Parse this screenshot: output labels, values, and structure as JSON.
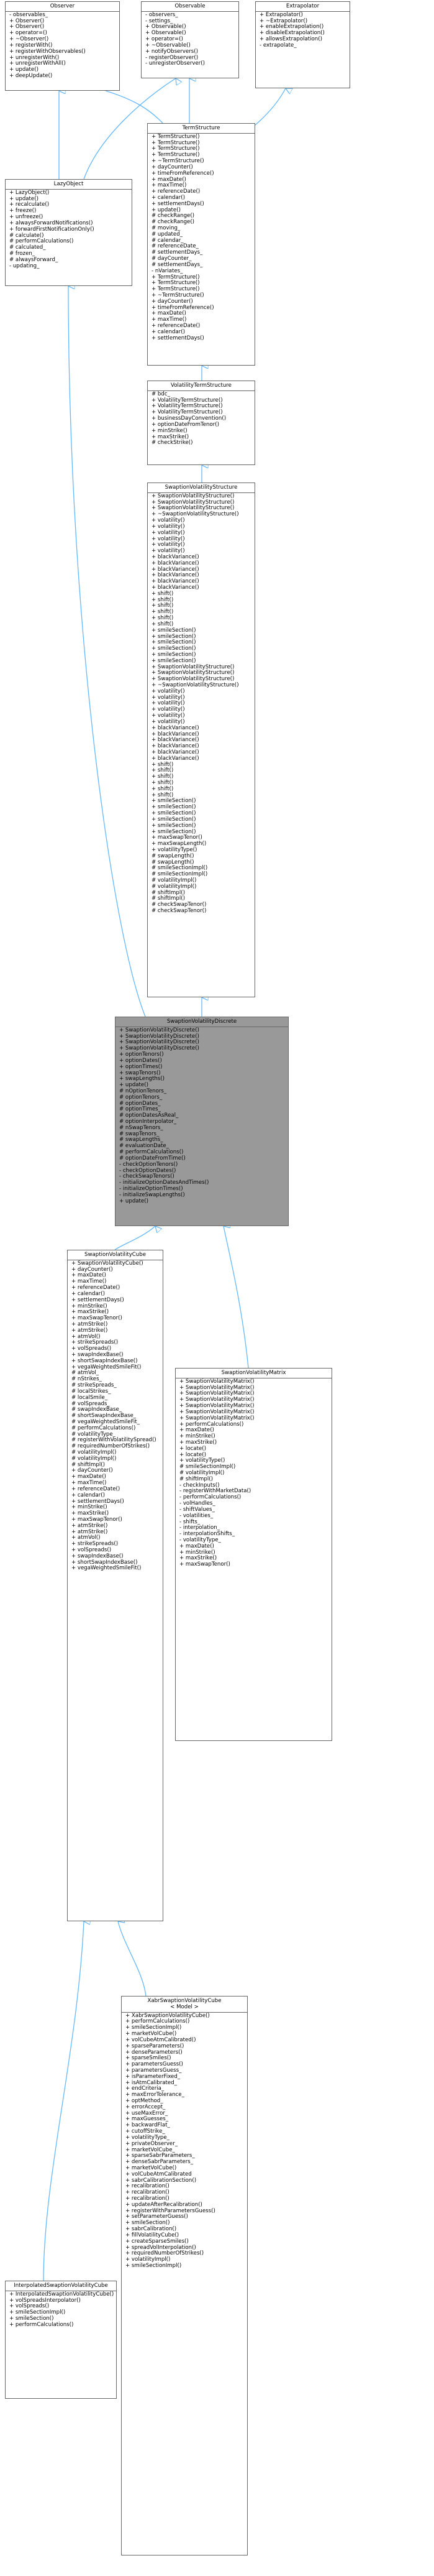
{
  "edge_color": "#63b8ff",
  "edge_marker": "hollow-triangle-inheritance",
  "nodes": [
    {
      "id": "observer",
      "title": "Observer",
      "members": [
        "- observables_",
        "+ Observer()",
        "+ Observer()",
        "+ operator=()",
        "+ ~Observer()",
        "+ registerWith()",
        "+ registerWithObservables()",
        "+ unregisterWith()",
        "+ unregisterWithAll()",
        "+ update()",
        "+ deepUpdate()"
      ],
      "focus": false
    },
    {
      "id": "observable",
      "title": "Observable",
      "members": [
        "- observers_",
        "- settings_",
        "+ Observable()",
        "+ Observable()",
        "+ operator=()",
        "+ ~Observable()",
        "+ notifyObservers()",
        "- registerObserver()",
        "- unregisterObserver()"
      ],
      "focus": false
    },
    {
      "id": "extrapolator",
      "title": "Extrapolator",
      "members": [
        "+ Extrapolator()",
        "+ ~Extrapolator()",
        "+ enableExtrapolation()",
        "+ disableExtrapolation()",
        "+ allowsExtrapolation()",
        "- extrapolate_"
      ],
      "focus": false
    },
    {
      "id": "lazyobject",
      "title": "LazyObject",
      "members": [
        "+ LazyObject()",
        "+ update()",
        "+ recalculate()",
        "+ freeze()",
        "+ unfreeze()",
        "+ alwaysForwardNotifications()",
        "+ forwardFirstNotificationOnly()",
        "# calculate()",
        "# performCalculations()",
        "# calculated_",
        "# frozen_",
        "# alwaysForward_",
        "- updating_"
      ],
      "focus": false
    },
    {
      "id": "termstructure",
      "title": "TermStructure",
      "members": [
        "+ TermStructure()",
        "+ TermStructure()",
        "+ TermStructure()",
        "+ TermStructure()",
        "+ ~TermStructure()",
        "+ dayCounter()",
        "+ timeFromReference()",
        "+ maxDate()",
        "+ maxTime()",
        "+ referenceDate()",
        "+ calendar()",
        "+ settlementDays()",
        "+ update()",
        "# checkRange()",
        "# checkRange()",
        "# moving_",
        "# updated_",
        "# calendar_",
        "# referenceDate_",
        "# settlementDays_",
        "# dayCounter_",
        "# settlementDays_",
        "- nVariates_",
        "+ TermStructure()",
        "+ TermStructure()",
        "+ TermStructure()",
        "+ ~TermStructure()",
        "+ dayCounter()",
        "+ timeFromReference()",
        "+ maxDate()",
        "+ maxTime()",
        "+ referenceDate()",
        "+ calendar()",
        "+ settlementDays()"
      ],
      "focus": false
    },
    {
      "id": "voltermstructure",
      "title": "VolatilityTermStructure",
      "members": [
        "# bdc_",
        "+ VolatilityTermStructure()",
        "+ VolatilityTermStructure()",
        "+ VolatilityTermStructure()",
        "+ businessDayConvention()",
        "+ optionDateFromTenor()",
        "+ minStrike()",
        "+ maxStrike()",
        "# checkStrike()"
      ],
      "focus": false
    },
    {
      "id": "swaptionvolstructure",
      "title": "SwaptionVolatilityStructure",
      "members": [
        "+ SwaptionVolatilityStructure()",
        "+ SwaptionVolatilityStructure()",
        "+ SwaptionVolatilityStructure()",
        "+ ~SwaptionVolatilityStructure()",
        "+ volatility()",
        "+ volatility()",
        "+ volatility()",
        "+ volatility()",
        "+ volatility()",
        "+ volatility()",
        "+ blackVariance()",
        "+ blackVariance()",
        "+ blackVariance()",
        "+ blackVariance()",
        "+ blackVariance()",
        "+ blackVariance()",
        "+ shift()",
        "+ shift()",
        "+ shift()",
        "+ shift()",
        "+ shift()",
        "+ shift()",
        "+ smileSection()",
        "+ smileSection()",
        "+ smileSection()",
        "+ smileSection()",
        "+ smileSection()",
        "+ smileSection()",
        "+ SwaptionVolatilityStructure()",
        "+ SwaptionVolatilityStructure()",
        "+ SwaptionVolatilityStructure()",
        "+ ~SwaptionVolatilityStructure()",
        "+ volatility()",
        "+ volatility()",
        "+ volatility()",
        "+ volatility()",
        "+ volatility()",
        "+ volatility()",
        "+ blackVariance()",
        "+ blackVariance()",
        "+ blackVariance()",
        "+ blackVariance()",
        "+ blackVariance()",
        "+ blackVariance()",
        "+ shift()",
        "+ shift()",
        "+ shift()",
        "+ shift()",
        "+ shift()",
        "+ shift()",
        "+ smileSection()",
        "+ smileSection()",
        "+ smileSection()",
        "+ smileSection()",
        "+ smileSection()",
        "+ smileSection()",
        "+ maxSwapTenor()",
        "+ maxSwapLength()",
        "+ volatilityType()",
        "# swapLength()",
        "# swapLength()",
        "# smileSectionImpl()",
        "# smileSectionImpl()",
        "# volatilityImpl()",
        "# volatilityImpl()",
        "# shiftImpl()",
        "# shiftImpl()",
        "# checkSwapTenor()",
        "# checkSwapTenor()"
      ],
      "focus": false
    },
    {
      "id": "swaptionvoldiscrete",
      "title": "SwaptionVolatilityDiscrete",
      "members": [
        "+ SwaptionVolatilityDiscrete()",
        "+ SwaptionVolatilityDiscrete()",
        "+ SwaptionVolatilityDiscrete()",
        "+ SwaptionVolatilityDiscrete()",
        "+ optionTenors()",
        "+ optionDates()",
        "+ optionTimes()",
        "+ swapTenors()",
        "+ swapLengths()",
        "+ update()",
        "# nOptionTenors_",
        "# optionTenors_",
        "# optionDates_",
        "# optionTimes_",
        "# optionDatesAsReal_",
        "# optionInterpolator_",
        "# nSwapTenors_",
        "# swapTenors_",
        "# swapLengths_",
        "# evaluationDate_",
        "# performCalculations()",
        "# optionDateFromTime()",
        "- checkOptionTenors()",
        "- checkOptionDates()",
        "- checkSwapTenors()",
        "- initializeOptionDatesAndTimes()",
        "- initializeOptionTimes()",
        "- initializeSwapLengths()",
        "+ update()"
      ],
      "focus": true
    },
    {
      "id": "swaptionvolcube",
      "title": "SwaptionVolatilityCube",
      "members": [
        "+ SwaptionVolatilityCube()",
        "+ dayCounter()",
        "+ maxDate()",
        "+ maxTime()",
        "+ referenceDate()",
        "+ calendar()",
        "+ settlementDays()",
        "+ minStrike()",
        "+ maxStrike()",
        "+ maxSwapTenor()",
        "+ atmStrike()",
        "+ atmStrike()",
        "+ atmVol()",
        "+ strikeSpreads()",
        "+ volSpreads()",
        "+ swapIndexBase()",
        "+ shortSwapIndexBase()",
        "+ vegaWeightedSmileFit()",
        "# atmVol_",
        "# nStrikes_",
        "# strikeSpreads_",
        "# localStrikes_",
        "# localSmile_",
        "# volSpreads_",
        "# swapIndexBase_",
        "# shortSwapIndexBase_",
        "# vegaWeightedSmileFit_",
        "# performCalculations()",
        "# volatilityType_",
        "# registerWithVolatilitySpread()",
        "# requiredNumberOfStrikes()",
        "# volatilityImpl()",
        "# volatilityImpl()",
        "# shiftImpl()",
        "+ dayCounter()",
        "+ maxDate()",
        "+ maxTime()",
        "+ referenceDate()",
        "+ calendar()",
        "+ settlementDays()",
        "+ minStrike()",
        "+ maxStrike()",
        "+ maxSwapTenor()",
        "+ atmStrike()",
        "+ atmStrike()",
        "+ atmVol()",
        "+ strikeSpreads()",
        "+ volSpreads()",
        "+ swapIndexBase()",
        "+ shortSwapIndexBase()",
        "+ vegaWeightedSmileFit()"
      ],
      "focus": false
    },
    {
      "id": "swaptionvolmatrix",
      "title": "SwaptionVolatilityMatrix",
      "members": [
        "+ SwaptionVolatilityMatrix()",
        "+ SwaptionVolatilityMatrix()",
        "+ SwaptionVolatilityMatrix()",
        "+ SwaptionVolatilityMatrix()",
        "+ SwaptionVolatilityMatrix()",
        "+ SwaptionVolatilityMatrix()",
        "+ SwaptionVolatilityMatrix()",
        "+ performCalculations()",
        "+ maxDate()",
        "+ minStrike()",
        "+ maxStrike()",
        "+ locate()",
        "+ locate()",
        "+ volatilityType()",
        "# smileSectionImpl()",
        "# volatilityImpl()",
        "# shiftImpl()",
        "- checkInputs()",
        "- registerWithMarketData()",
        "- performCalculations()",
        "- volHandles_",
        "- shiftValues_",
        "- volatilities_",
        "- shifts_",
        "- interpolation_",
        "- interpolationShifts_",
        "- volatilityType_",
        "+ maxDate()",
        "+ minStrike()",
        "+ maxStrike()",
        "+ maxSwapTenor()"
      ],
      "focus": false
    },
    {
      "id": "interpolatedcube",
      "title": "InterpolatedSwaptionVolatilityCube",
      "members": [
        "+ InterpolatedSwaptionVolatilityCube()",
        "+ volSpreadsInterpolator()",
        "+ volSpreads()",
        "+ smileSectionImpl()",
        "+ smileSection()",
        "+ performCalculations()"
      ],
      "focus": false
    },
    {
      "id": "xabrcube",
      "title": "XabrSwaptionVolatilityCube\n< Model >",
      "members": [
        "+ XabrSwaptionVolatilityCube()",
        "+ performCalculations()",
        "+ smileSectionImpl()",
        "+ marketVolCube()",
        "+ volCubeAtmCalibrated()",
        "+ sparseParameters()",
        "+ denseParameters()",
        "+ sparseSmiles()",
        "+ parametersGuess()",
        "+ parametersGuess_",
        "+ isParameterFixed_",
        "+ isAtmCalibrated_",
        "+ endCriteria_",
        "+ maxErrorTolerance_",
        "+ optMethod_",
        "+ errorAccept_",
        "+ useMaxError_",
        "+ maxGuesses_",
        "+ backwardFlat_",
        "+ cutoffStrike_",
        "+ volatilityType_",
        "+ privateObserver_",
        "+ marketVolCube_",
        "+ sparseSabrParameters_",
        "+ denseSabrParameters_",
        "+ marketVolCube()",
        "+ volCubeAtmCalibrated",
        "+ sabrCalibrationSection()",
        "+ recalibration()",
        "+ recalibration()",
        "+ recalibration()",
        "+ updateAfterRecalibration()",
        "+ registerWithParametersGuess()",
        "+ setParameterGuess()",
        "+ smileSection()",
        "+ sabrCalibration()",
        "+ fillVolatilityCube()",
        "+ createSparseSmiles()",
        "+ spreadVolInterpolation()",
        "+ requiredNumberOfStrikes()",
        "+ volatilityImpl()",
        "+ smileSectionImpl()"
      ],
      "focus": false
    }
  ]
}
